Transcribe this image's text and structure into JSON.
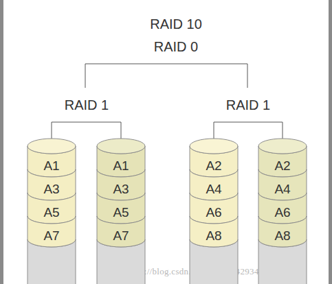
{
  "diagram": {
    "title": "RAID 10",
    "nodes": [
      {
        "text": [
          "A1",
          "A3",
          "A5",
          "A7"
        ]
      },
      {
        "text": [
          "A1",
          "A3",
          "A5",
          "A7"
        ]
      },
      {
        "text": [
          "A2",
          "A4",
          "A6",
          "A8"
        ]
      },
      {
        "text": [
          "A2",
          "A4",
          "A6",
          "A8"
        ]
      }
    ],
    "labels": [
      "RAID 0",
      "RAID 1",
      "RAID 1",
      "https://blog.csdn.net/weixin_42934326"
    ]
  }
}
